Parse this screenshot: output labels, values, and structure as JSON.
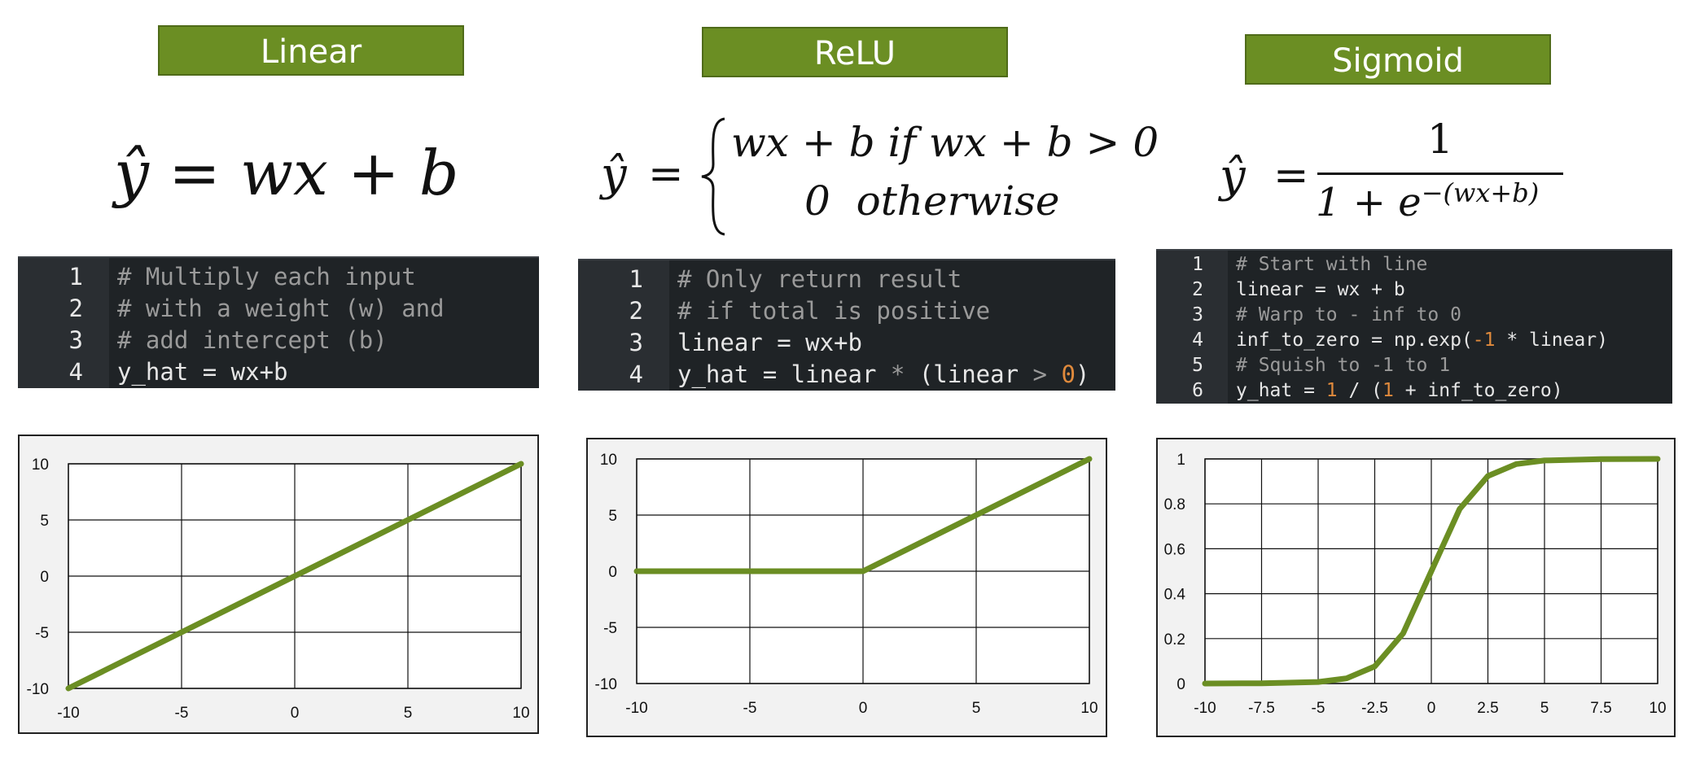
{
  "panels": [
    {
      "title": "Linear",
      "formula": {
        "lhs": "ŷ",
        "rhs": "= wx + b"
      },
      "code": [
        {
          "n": "1",
          "parts": [
            {
              "t": "# Multiply each input",
              "c": "cmt"
            }
          ]
        },
        {
          "n": "2",
          "parts": [
            {
              "t": "# with a weight (w) and",
              "c": "cmt"
            }
          ]
        },
        {
          "n": "3",
          "parts": [
            {
              "t": "# add intercept (b)",
              "c": "cmt"
            }
          ]
        },
        {
          "n": "4",
          "parts": [
            {
              "t": "y_hat = wx+b",
              "c": ""
            }
          ]
        }
      ]
    },
    {
      "title": "ReLU",
      "formula": {
        "lhs": "ŷ",
        "eq": "=",
        "case1": "wx + b if wx + b > 0",
        "case2": "0  otherwise"
      },
      "code": [
        {
          "n": "1",
          "parts": [
            {
              "t": "# Only return result",
              "c": "cmt"
            }
          ]
        },
        {
          "n": "2",
          "parts": [
            {
              "t": "# if total is positive",
              "c": "cmt"
            }
          ]
        },
        {
          "n": "3",
          "parts": [
            {
              "t": "linear = wx+b",
              "c": ""
            }
          ]
        },
        {
          "n": "4",
          "parts": [
            {
              "t": "y_hat = linear ",
              "c": ""
            },
            {
              "t": "*",
              "c": "cmt"
            },
            {
              "t": " (linear ",
              "c": ""
            },
            {
              "t": ">",
              "c": "cmt"
            },
            {
              "t": " ",
              "c": ""
            },
            {
              "t": "0",
              "c": "num"
            },
            {
              "t": ")",
              "c": ""
            }
          ]
        }
      ]
    },
    {
      "title": "Sigmoid",
      "formula": {
        "lhs": "ŷ",
        "eq": "=",
        "numerator": "1",
        "denominator_base": "1 + e",
        "denominator_exp": "−(wx+b)"
      },
      "code": [
        {
          "n": "1",
          "parts": [
            {
              "t": "# Start with line",
              "c": "cmt"
            }
          ]
        },
        {
          "n": "2",
          "parts": [
            {
              "t": "linear = wx + b",
              "c": ""
            }
          ]
        },
        {
          "n": "3",
          "parts": [
            {
              "t": "# Warp to - inf to 0",
              "c": "cmt"
            }
          ]
        },
        {
          "n": "4",
          "parts": [
            {
              "t": "inf_to_zero = np.exp(",
              "c": ""
            },
            {
              "t": "-1",
              "c": "num"
            },
            {
              "t": " * linear)",
              "c": ""
            }
          ]
        },
        {
          "n": "5",
          "parts": [
            {
              "t": "# Squish to -1 to 1",
              "c": "cmt"
            }
          ]
        },
        {
          "n": "6",
          "parts": [
            {
              "t": "y_hat = ",
              "c": ""
            },
            {
              "t": "1",
              "c": "num"
            },
            {
              "t": " / (",
              "c": ""
            },
            {
              "t": "1",
              "c": "num"
            },
            {
              "t": " + inf_to_zero)",
              "c": ""
            }
          ]
        }
      ]
    }
  ],
  "colors": {
    "accent": "#6b8e23",
    "line": "#6b8e23",
    "code_bg": "#1f2326"
  },
  "chart_data": [
    {
      "type": "line",
      "x": [
        -10,
        10
      ],
      "y": [
        -10,
        10
      ],
      "xlim": [
        -10,
        10
      ],
      "ylim": [
        -10,
        10
      ],
      "xticks": [
        "-10",
        "-5",
        "0",
        "5",
        "10"
      ],
      "yticks": [
        "10",
        "5",
        "0",
        "-5",
        "-10"
      ],
      "grid": true
    },
    {
      "type": "line",
      "x": [
        -10,
        0,
        10
      ],
      "y": [
        0,
        0,
        10
      ],
      "xlim": [
        -10,
        10
      ],
      "ylim": [
        -10,
        10
      ],
      "xticks": [
        "-10",
        "-5",
        "0",
        "5",
        "10"
      ],
      "yticks": [
        "10",
        "5",
        "0",
        "-5",
        "-10"
      ],
      "grid": true
    },
    {
      "type": "line",
      "x": [
        -10,
        -7.5,
        -5,
        -3.75,
        -2.5,
        -1.25,
        0,
        1.25,
        2.5,
        3.75,
        5,
        7.5,
        10
      ],
      "y": [
        0.0,
        0.001,
        0.007,
        0.023,
        0.076,
        0.223,
        0.5,
        0.777,
        0.924,
        0.977,
        0.993,
        0.999,
        1.0
      ],
      "xlim": [
        -10,
        10
      ],
      "ylim": [
        0,
        1
      ],
      "xticks": [
        "-10",
        "-7.5",
        "-5",
        "-2.5",
        "0",
        "2.5",
        "5",
        "7.5",
        "10"
      ],
      "yticks": [
        "1",
        "0.8",
        "0.6",
        "0.4",
        "0.2",
        "0"
      ],
      "grid": true
    }
  ]
}
